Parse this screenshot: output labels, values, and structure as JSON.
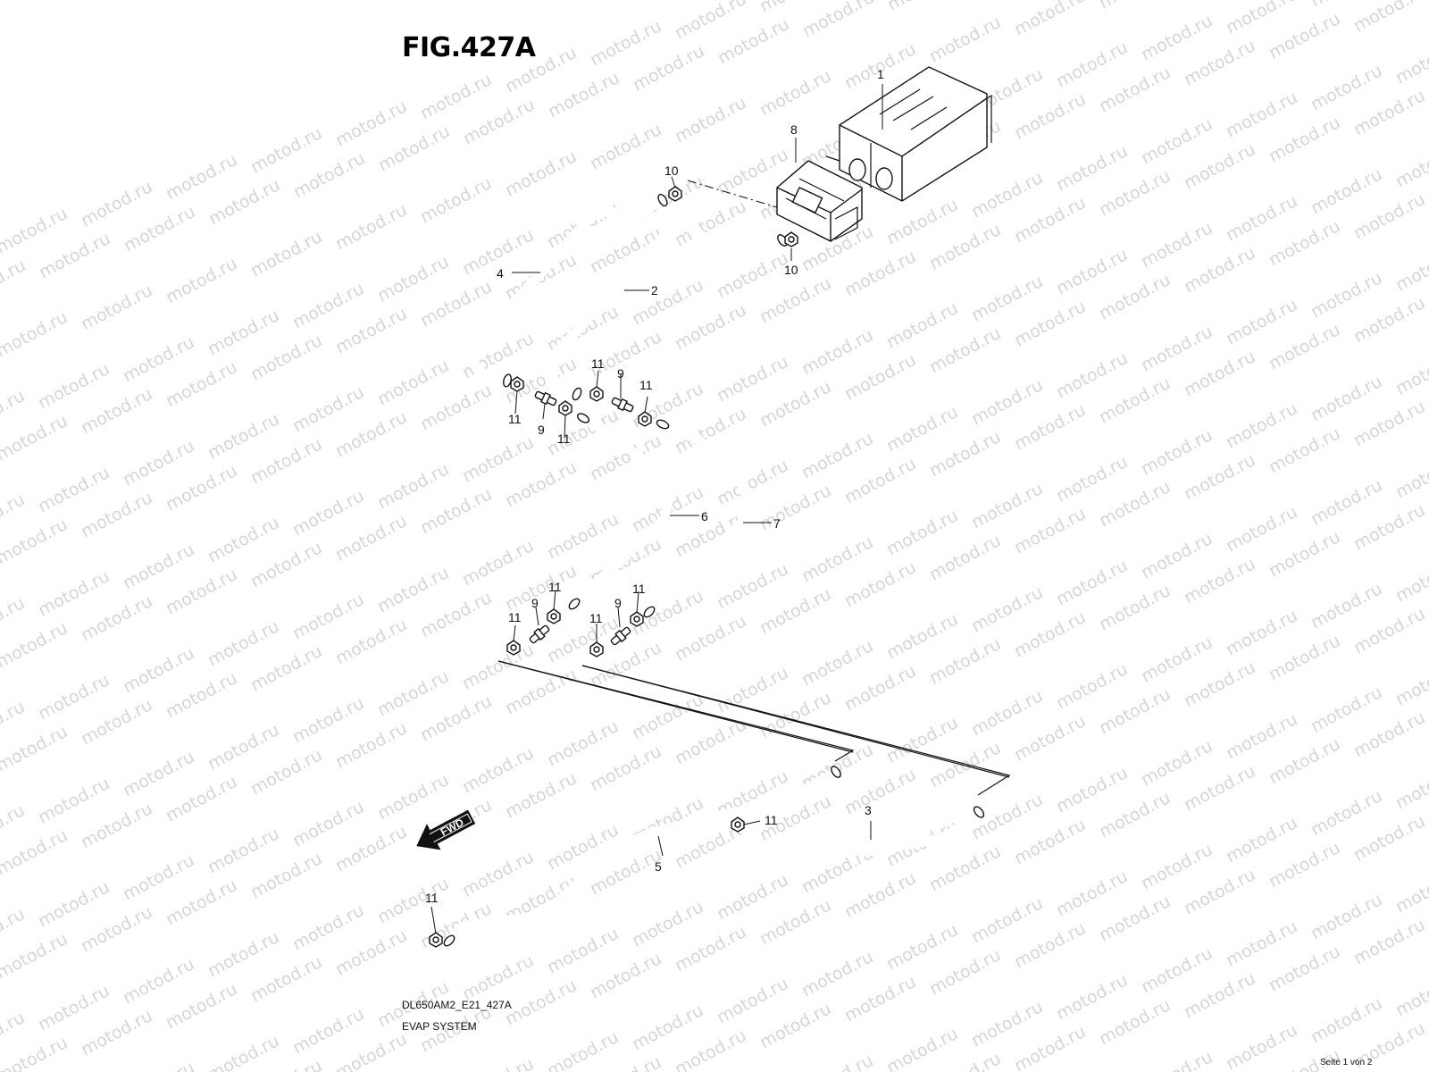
{
  "figure": {
    "title": "FIG.427A",
    "code": "DL650AM2_E21_427A",
    "caption": "EVAP SYSTEM"
  },
  "footer": {
    "page_label": "Seite 1 von 2"
  },
  "watermark": {
    "text": "motod.ru"
  },
  "direction_arrow": {
    "label": "FWD"
  },
  "callouts": {
    "canister": "1",
    "hose_2": "2",
    "hose_3": "3",
    "hose_4": "4",
    "hose_5": "5",
    "hose_6": "6",
    "hose_7": "7",
    "bracket": "8",
    "joint": "9",
    "clip_10": "10",
    "clip_11": "11"
  },
  "colors": {
    "line": "#111111",
    "watermark": "#d6d6d6",
    "background": "#ffffff"
  }
}
